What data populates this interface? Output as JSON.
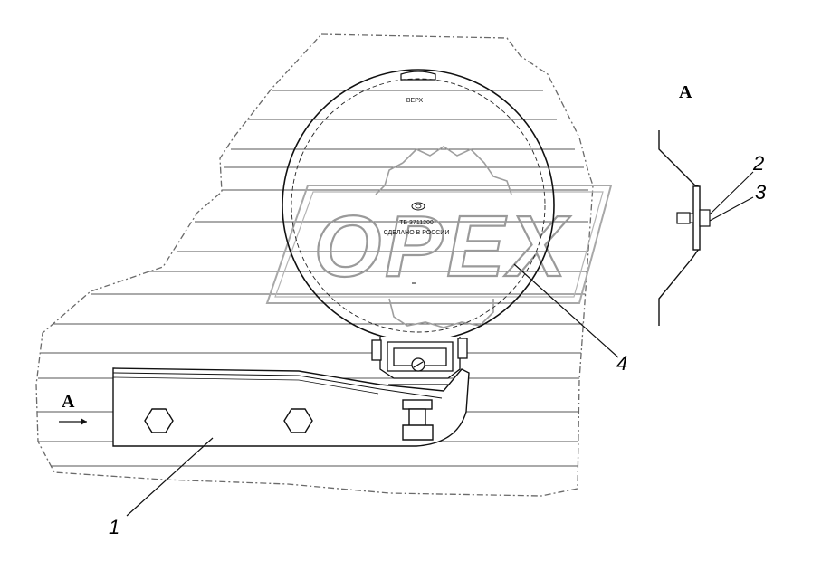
{
  "drawing": {
    "callouts": {
      "c1": "1",
      "c2": "2",
      "c3": "3",
      "c4": "4"
    },
    "view_label_main": "А",
    "view_label_side": "А",
    "lamp_top_text": "ВЕРХ",
    "lamp_code_text": "ТБ 3711200",
    "lamp_country_text": "СДЕЛАНО В РОССИИ",
    "watermark": "OPEX"
  }
}
